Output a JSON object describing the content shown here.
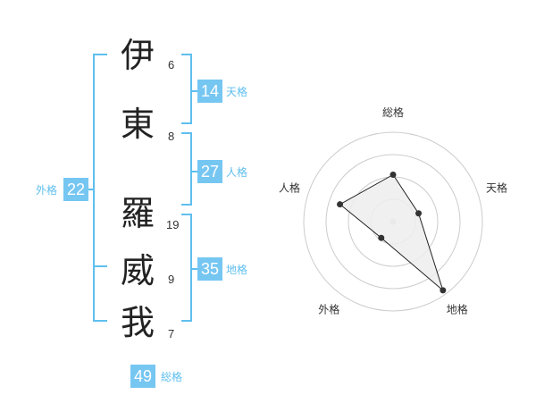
{
  "characters": [
    {
      "char": "伊",
      "strokes": "6"
    },
    {
      "char": "東",
      "strokes": "8"
    },
    {
      "char": "羅",
      "strokes": "19"
    },
    {
      "char": "威",
      "strokes": "9"
    },
    {
      "char": "我",
      "strokes": "7"
    }
  ],
  "kakusu": {
    "tenkaku": {
      "value": "14",
      "label": "天格"
    },
    "jinkaku": {
      "value": "27",
      "label": "人格"
    },
    "chikaku": {
      "value": "35",
      "label": "地格"
    },
    "gaikaku": {
      "value": "22",
      "label": "外格"
    },
    "soukaku": {
      "value": "49",
      "label": "総格"
    }
  },
  "colors": {
    "accent": "#76c6f2",
    "bracket": "#5fbfee",
    "text": "#222222"
  },
  "chart_data": {
    "type": "radar",
    "axes": [
      "総格",
      "天格",
      "地格",
      "外格",
      "人格"
    ],
    "levels": 4,
    "max": 4,
    "values": [
      2.1,
      1.2,
      3.8,
      0.9,
      2.5
    ]
  }
}
